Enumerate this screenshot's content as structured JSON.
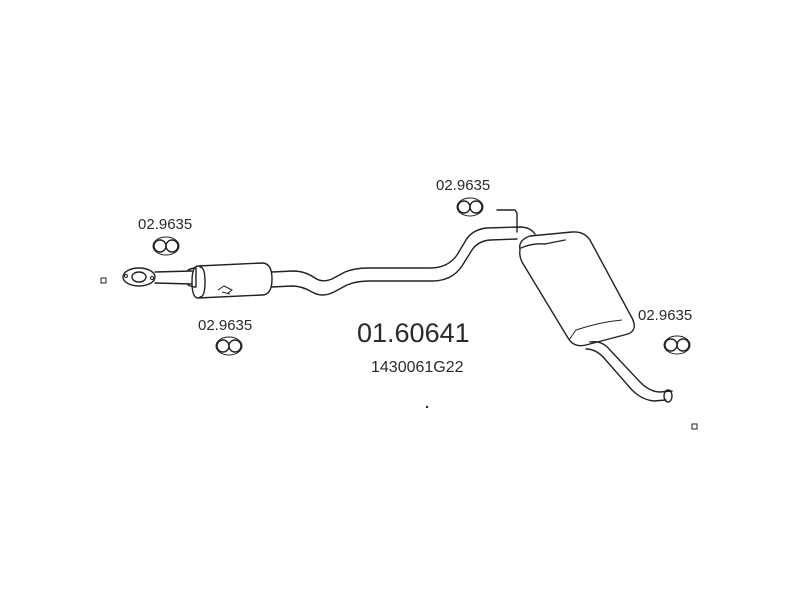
{
  "diagram": {
    "part_number": "01.60641",
    "oem_number": "1430061G22",
    "hanger_labels": [
      "02.9635",
      "02.9635",
      "02.9635",
      "02.9635"
    ]
  }
}
